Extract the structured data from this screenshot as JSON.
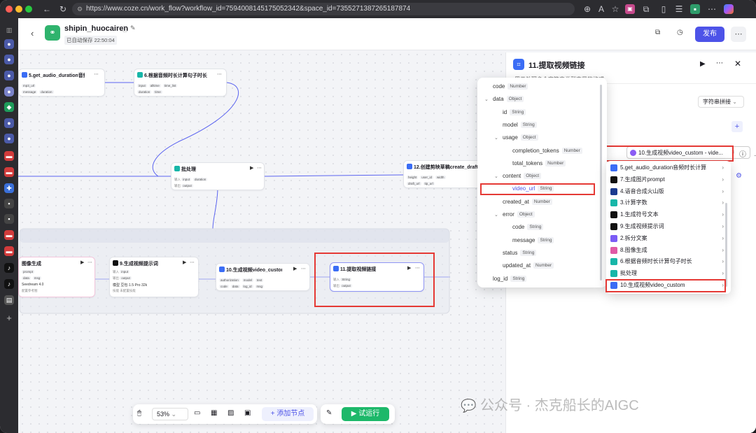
{
  "browser": {
    "url": "https://www.coze.cn/work_flow?workflow_id=7594008145175052342&space_id=7355271387265187874"
  },
  "header": {
    "app_name": "shipin_huocairen",
    "autosave": "已自动保存 22:50:04",
    "publish_label": "发布"
  },
  "nodes": {
    "n5": {
      "title": "5.get_audio_duration音频时...",
      "row1": [
        "mp3_url"
      ],
      "row2": [
        "message",
        "duration"
      ]
    },
    "n6": {
      "title": "6.根据音频时长计算句子时长",
      "row1": [
        "input",
        "alltime",
        "time_list"
      ],
      "row2": [
        "duration",
        "time"
      ]
    },
    "batch": {
      "title": "批处理",
      "row1_label": "输入",
      "row1": [
        "input",
        "duration"
      ],
      "row2_label": "输出",
      "row2": [
        "output"
      ]
    },
    "n12": {
      "title": "12.创建剪映草稿create_draft",
      "row1": [
        "height",
        "user_id",
        "width"
      ],
      "row2": [
        "draft_url",
        "tip_url"
      ]
    },
    "img": {
      "title": "图像生成",
      "row1": [
        "prompt"
      ],
      "row2": [
        "data",
        "msg"
      ],
      "row3": "Seedream 4.0",
      "row4": "配置参考图"
    },
    "n9": {
      "title": "9.生成视频提示词",
      "row1": [
        "input"
      ],
      "row2": [
        "output"
      ],
      "row3": "豆包·1.5·Pro·32k",
      "row4": "未配置技能"
    },
    "n10": {
      "title": "10.生成视频video_custom",
      "row1": [
        "authorization",
        "model",
        "text"
      ],
      "row2": [
        "code",
        "data",
        "log_id",
        "msg"
      ]
    },
    "n11": {
      "title": "11.提取视频链接",
      "row1": [
        "String"
      ],
      "row2": [
        "output"
      ]
    }
  },
  "panel": {
    "title": "11.提取视频链接",
    "desc": "用于处理多个字符串类型变量的格式",
    "dropdown_value": "字符串拼接",
    "selected_var": "10.生成视频video_custom - vide..."
  },
  "var_tree": [
    {
      "name": "code",
      "type": "Number",
      "level": 0,
      "arrow": false
    },
    {
      "name": "data",
      "type": "Object",
      "level": 0,
      "arrow": true
    },
    {
      "name": "id",
      "type": "String",
      "level": 1,
      "arrow": false
    },
    {
      "name": "model",
      "type": "String",
      "level": 1,
      "arrow": false
    },
    {
      "name": "usage",
      "type": "Object",
      "level": 1,
      "arrow": true
    },
    {
      "name": "completion_tokens",
      "type": "Number",
      "level": 2,
      "arrow": false
    },
    {
      "name": "total_tokens",
      "type": "Number",
      "level": 2,
      "arrow": false
    },
    {
      "name": "content",
      "type": "Object",
      "level": 1,
      "arrow": true
    },
    {
      "name": "video_url",
      "type": "String",
      "level": 2,
      "arrow": false
    },
    {
      "name": "created_at",
      "type": "Number",
      "level": 1,
      "arrow": false
    },
    {
      "name": "error",
      "type": "Object",
      "level": 1,
      "arrow": true
    },
    {
      "name": "code",
      "type": "String",
      "level": 2,
      "arrow": false
    },
    {
      "name": "message",
      "type": "String",
      "level": 2,
      "arrow": false
    },
    {
      "name": "status",
      "type": "String",
      "level": 1,
      "arrow": false
    },
    {
      "name": "updated_at",
      "type": "Number",
      "level": 1,
      "arrow": false
    },
    {
      "name": "log_id",
      "type": "String",
      "level": 0,
      "arrow": false
    }
  ],
  "node_menu": [
    {
      "label": "5.get_audio_duration音频时长计算",
      "color": "#3b6df5"
    },
    {
      "label": "7.生成图片prompt",
      "color": "#111111"
    },
    {
      "label": "4.语音合成火山版",
      "color": "#1a3a8f"
    },
    {
      "label": "3.计算字数",
      "color": "#17b6a8"
    },
    {
      "label": "1.生成符号文本",
      "color": "#111111"
    },
    {
      "label": "9.生成视频提示词",
      "color": "#111111"
    },
    {
      "label": "2.拆分文案",
      "color": "#7b5cf5"
    },
    {
      "label": "8.图像生成",
      "color": "#e05aa6"
    },
    {
      "label": "6.根据音频时长计算句子时长",
      "color": "#17b6a8"
    },
    {
      "label": "批处理",
      "color": "#17b6a8"
    },
    {
      "label": "10.生成视频video_custom",
      "color": "#3b6df5"
    }
  ],
  "bottom": {
    "zoom": "53%",
    "add_node": "添加节点",
    "run": "试运行"
  },
  "watermark": "公众号 · 杰克船长的AIGC"
}
